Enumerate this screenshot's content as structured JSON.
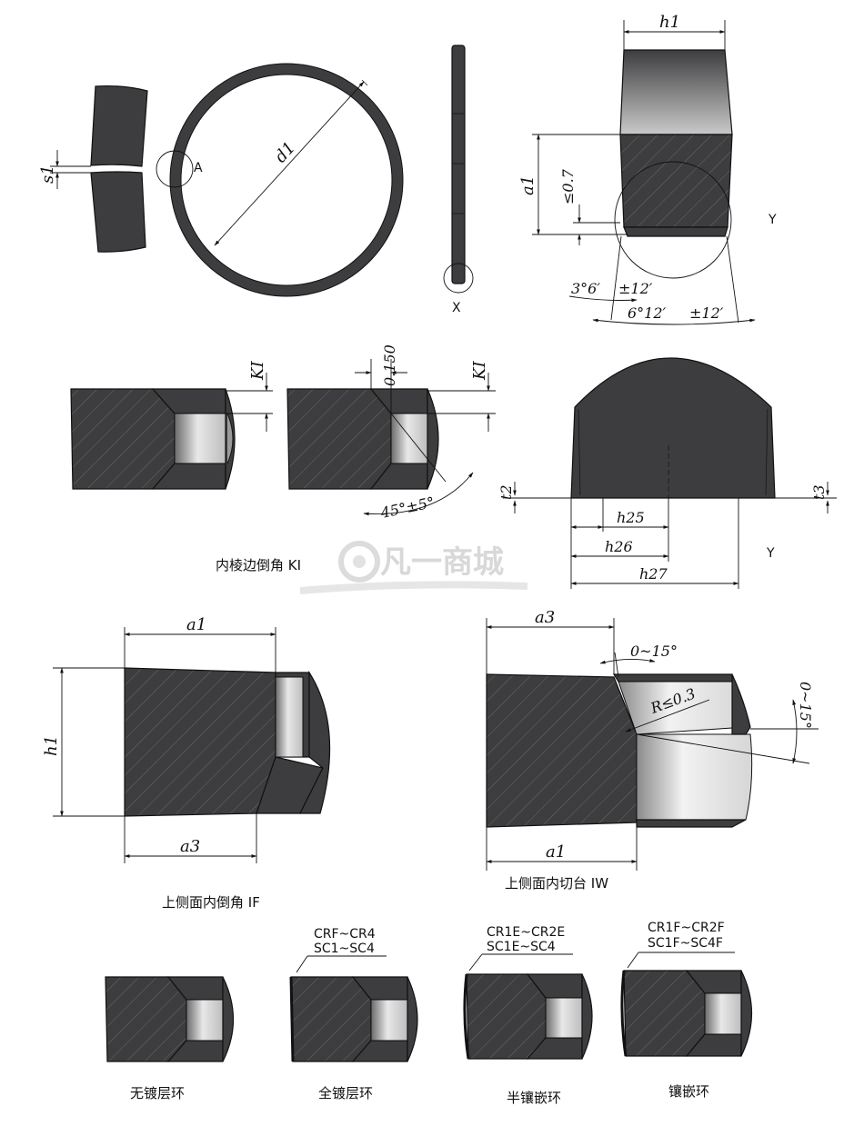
{
  "labels": {
    "s1": "s1",
    "A": "A",
    "d1": "d1",
    "X": "X",
    "h1_top": "h1",
    "a1_top": "a1",
    "le07": "≤0.7",
    "Y1": "Y",
    "ang1": "3°6′",
    "tol1": "±12′",
    "ang2": "6°12′",
    "tol2": "±12′",
    "KI_1": "KI",
    "KI_2": "KI",
    "d0150": "0.150",
    "ang45": "45°±5°",
    "t2": "t2",
    "t3": "t3",
    "h25": "h25",
    "h26": "h26",
    "h27": "h27",
    "Y2": "Y",
    "a1_IF": "a1",
    "h1_IF": "h1",
    "a3_IF": "a3",
    "a3_IW": "a3",
    "a1_IW": "a1",
    "r03": "R≤0.3",
    "ang015a": "0~15°",
    "ang015b": "0~15°"
  },
  "captions": {
    "ki": "内棱边倒角 KI",
    "if": "上侧面内倒角 IF",
    "iw": "上侧面内切台 IW",
    "no_coat": "无镀层环",
    "full_coat": "全镀层环",
    "half_inlay": "半镶嵌环",
    "inlay": "镶嵌环"
  },
  "notes": {
    "full_1": "CRF~CR4",
    "full_2": "SC1~SC4",
    "half_1": "CR1E~CR2E",
    "half_2": "SC1E~SC4",
    "inlay_1": "CR1F~CR2F",
    "inlay_2": "SC1F~SC4F"
  },
  "watermark": "凡一商城"
}
